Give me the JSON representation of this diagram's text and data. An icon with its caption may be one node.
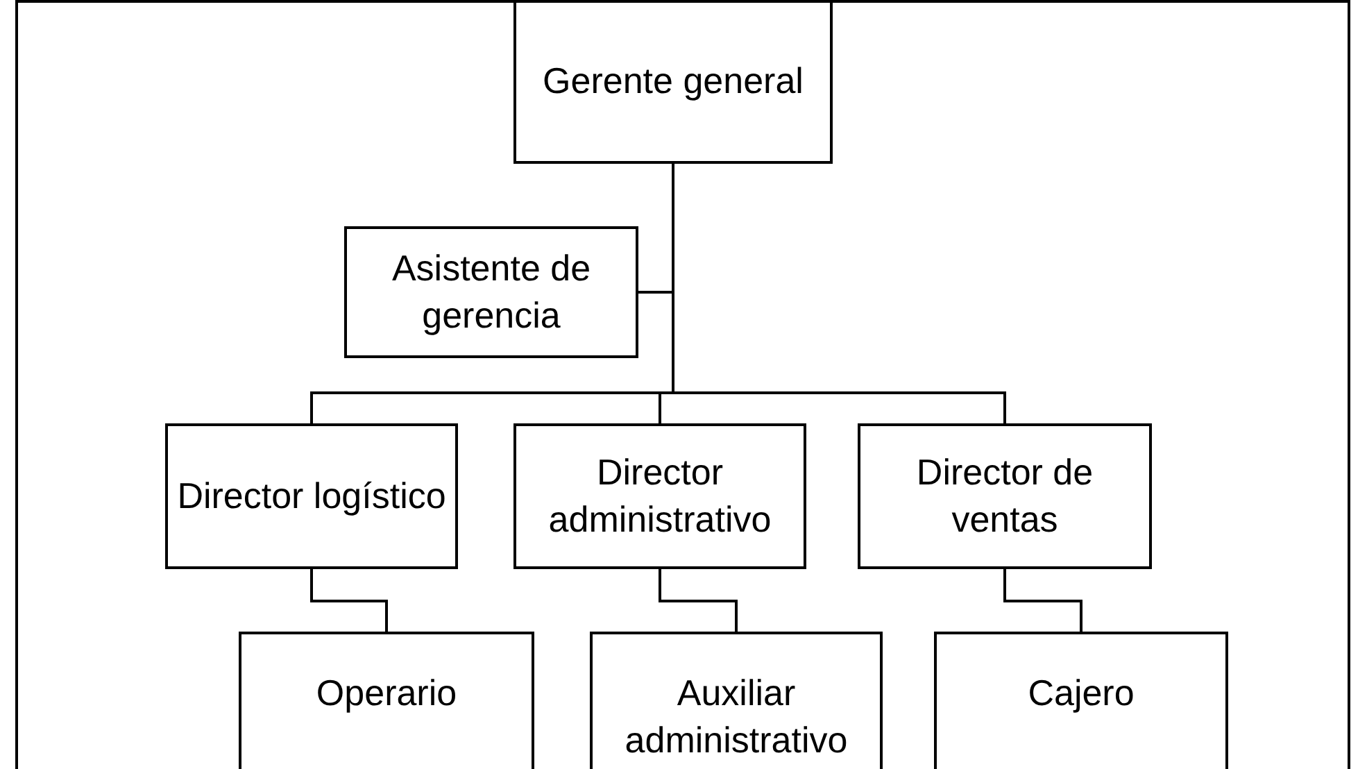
{
  "diagram": {
    "nodes": [
      {
        "text": [
          "Gerente general"
        ]
      },
      {
        "text": [
          "Asistente de gerencia"
        ]
      },
      {
        "text": [
          "Director logístico"
        ]
      },
      {
        "text": [
          "Director administrativo"
        ]
      },
      {
        "text": [
          "Director de ventas"
        ]
      },
      {
        "text": [
          "Operario"
        ]
      },
      {
        "text": [
          "Auxiliar administrativo"
        ]
      },
      {
        "text": [
          "Cajero"
        ]
      }
    ],
    "edges": [
      {
        "from": 0,
        "to": 1,
        "arrow": "none"
      },
      {
        "from": 0,
        "to": 2,
        "arrow": "none"
      },
      {
        "from": 0,
        "to": 3,
        "arrow": "none"
      },
      {
        "from": 0,
        "to": 4,
        "arrow": "none"
      },
      {
        "from": 2,
        "to": 5,
        "arrow": "none"
      },
      {
        "from": 3,
        "to": 6,
        "arrow": "none"
      },
      {
        "from": 4,
        "to": 7,
        "arrow": "none"
      }
    ]
  }
}
